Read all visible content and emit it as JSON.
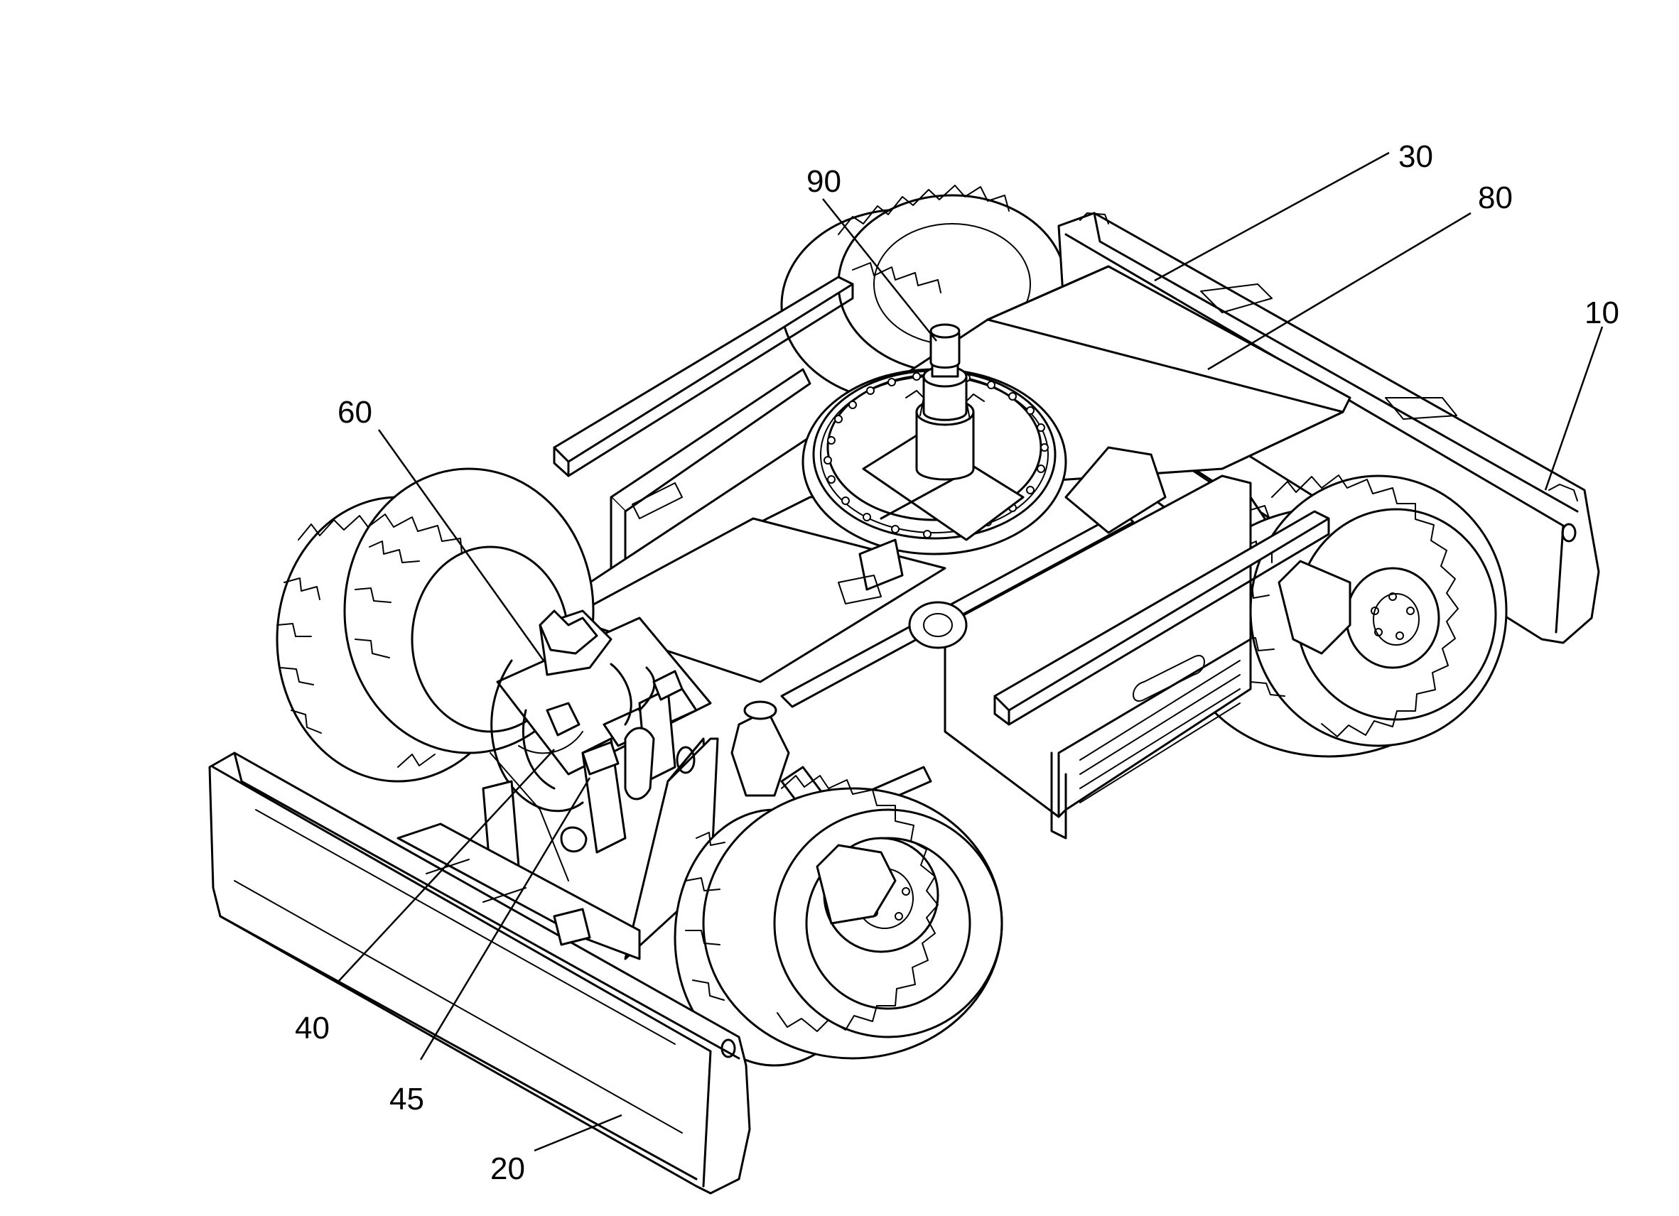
{
  "labels": {
    "ref_10": "10",
    "ref_20": "20",
    "ref_30": "30",
    "ref_40": "40",
    "ref_45": "45",
    "ref_60": "60",
    "ref_80": "80",
    "ref_90": "90"
  },
  "icons": {
    "wheel": "tread-tire-icon",
    "slewing_ring": "slewing-ring-icon"
  },
  "colors": {
    "line": "#000000",
    "background": "#ffffff"
  }
}
